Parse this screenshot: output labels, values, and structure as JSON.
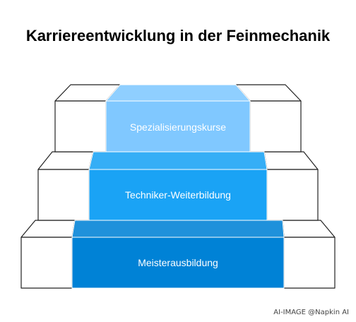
{
  "title": "Karriereentwicklung in der Feinmechanik",
  "steps": [
    {
      "label": "Spezialisierungskurse",
      "color": "#80c8ff"
    },
    {
      "label": "Techniker-Weiterbildung",
      "color": "#1aa3f5"
    },
    {
      "label": "Meisterausbildung",
      "color": "#0082d6"
    }
  ],
  "footer": "AI-IMAGE  @Napkin AI"
}
